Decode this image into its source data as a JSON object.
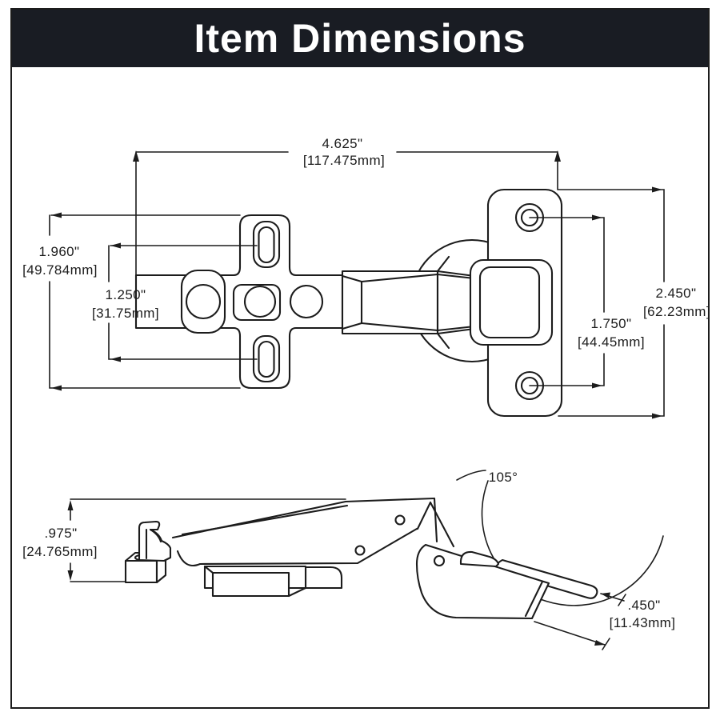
{
  "header": {
    "title": "Item Dimensions"
  },
  "colors": {
    "header_bg": "#191c23",
    "header_text": "#ffffff",
    "line": "#1c1c1c",
    "background": "#ffffff"
  },
  "top_view": {
    "overall_width_in": "4.625\"",
    "overall_width_mm": "[117.475mm]",
    "plate_height_in": "1.960\"",
    "plate_height_mm": "[49.784mm]",
    "slot_spacing_in": "1.250\"",
    "slot_spacing_mm": "[31.75mm]",
    "cup_plate_height_in": "2.450\"",
    "cup_plate_height_mm": "[62.23mm]",
    "screw_spacing_in": "1.750\"",
    "screw_spacing_mm": "[44.45mm]"
  },
  "side_view": {
    "plate_depth_in": ".975\"",
    "plate_depth_mm": "[24.765mm]",
    "cup_depth_in": ".450\"",
    "cup_depth_mm": "[11.43mm]",
    "opening_angle": "105°"
  }
}
